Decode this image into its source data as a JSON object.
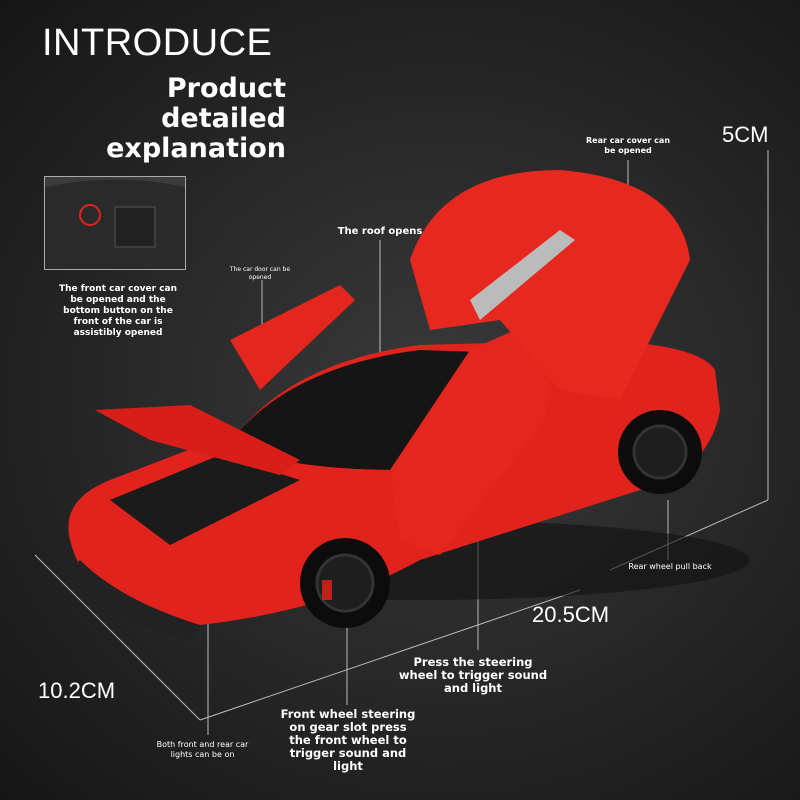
{
  "header": {
    "title": "INTRODUCE",
    "subtitle_line1": "Product detailed",
    "subtitle_line2": "explanation"
  },
  "dimensions": {
    "height": "5CM",
    "length": "20.5CM",
    "width": "10.2CM"
  },
  "callouts": {
    "rear_cover": "Rear car cover can be opened",
    "roof": "The roof opens",
    "door": "The car door can be opened",
    "front_cover": "The front car cover can be opened and the bottom button on the front of the car is assistibly opened",
    "rear_wheel": "Rear wheel pull back",
    "steering": "Press the steering wheel to trigger sound and light",
    "front_wheel": "Front wheel steering on gear slot press the front wheel to trigger sound and light",
    "lights": "Both front and rear car lights can be on"
  },
  "colors": {
    "car": "#e0231c",
    "background": "#262626"
  }
}
